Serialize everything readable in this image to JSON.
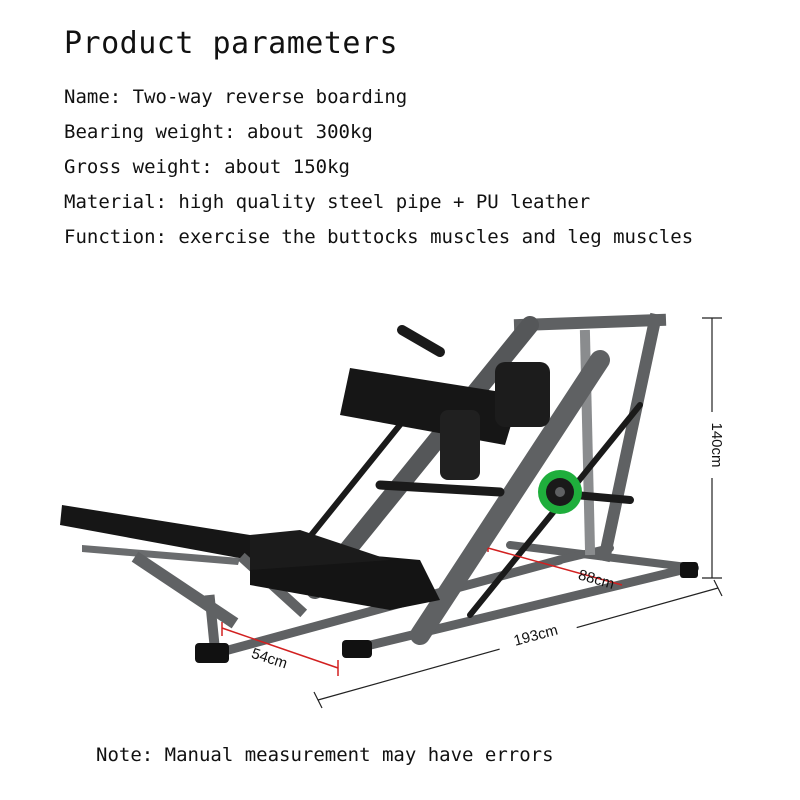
{
  "title": "Product parameters",
  "parameters": [
    {
      "label": "Name:",
      "value": "Two-way reverse boarding"
    },
    {
      "label": "Bearing weight:",
      "value": "about 300kg"
    },
    {
      "label": "Gross weight:",
      "value": "about 150kg"
    },
    {
      "label": "Material:",
      "value": "high quality steel pipe + PU leather"
    },
    {
      "label": "Function:",
      "value": "exercise the buttocks muscles and leg muscles"
    }
  ],
  "dimensions": {
    "height": "140cm",
    "depth": "88cm",
    "length": "193cm",
    "seat_width": "54cm"
  },
  "colors": {
    "frame": "#5f6163",
    "upholstery": "#141414",
    "plate_ring": "#1fae3c",
    "dimension_line": "#d22020"
  },
  "note": "Note: Manual measurement may have errors"
}
